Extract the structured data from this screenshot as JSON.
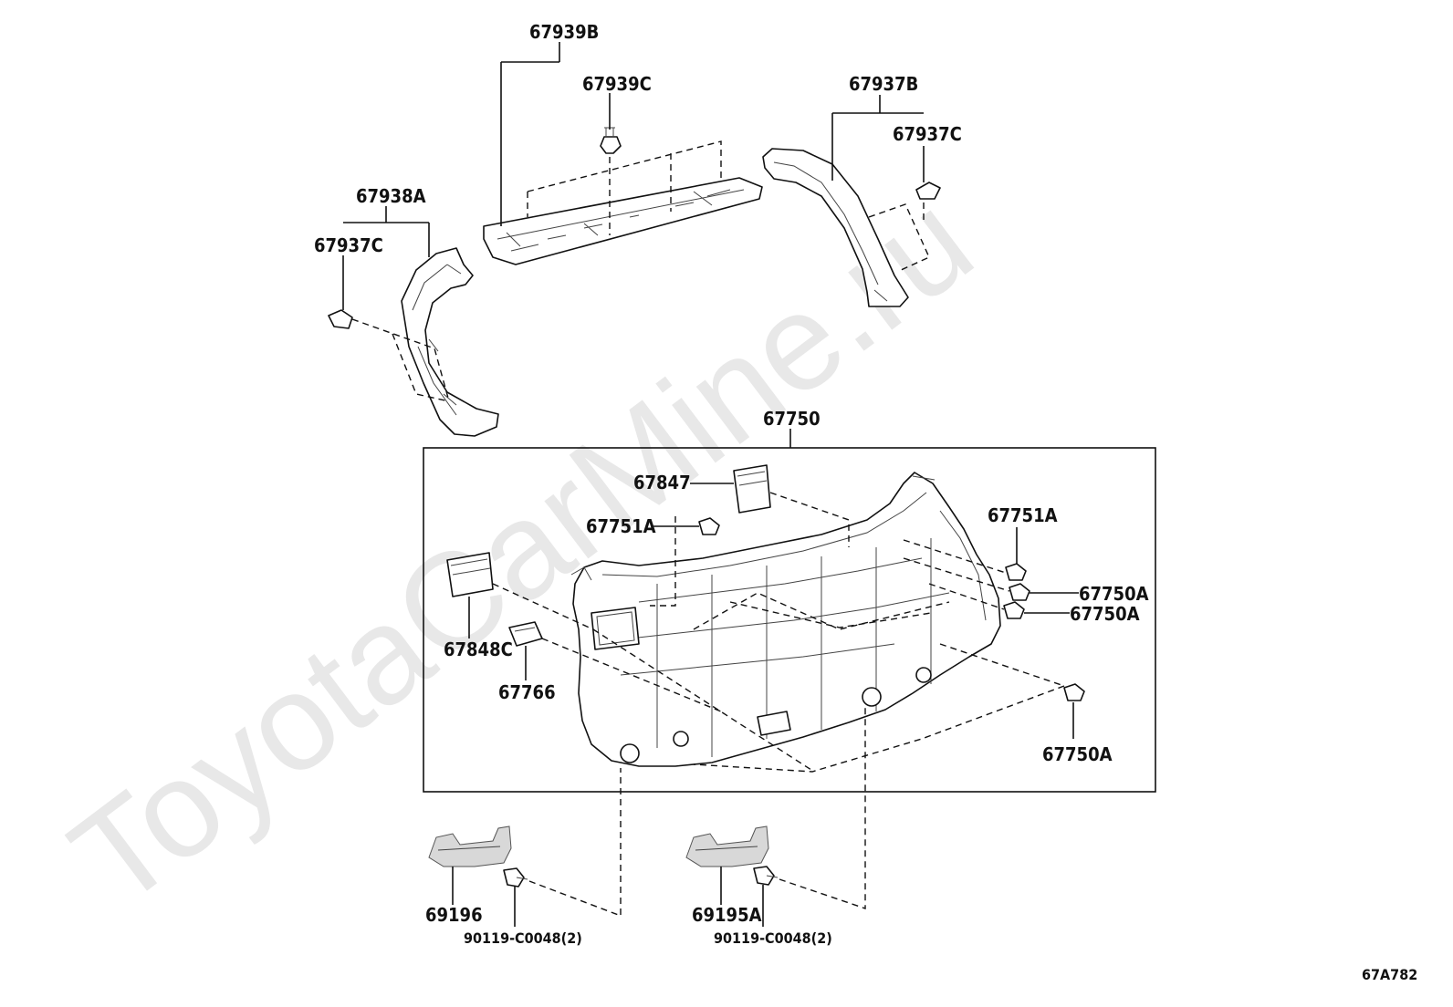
{
  "watermark": "ToyotaCarMine.ru",
  "diagram_code": "67A782",
  "labels": {
    "p67939B": "67939B",
    "p67939C": "67939C",
    "p67937B": "67937B",
    "p67937C_right": "67937C",
    "p67938A": "67938A",
    "p67937C_left": "67937C",
    "p67750": "67750",
    "p67847": "67847",
    "p67751A_left": "67751A",
    "p67751A_right": "67751A",
    "p67750A_1": "67750A",
    "p67750A_2": "67750A",
    "p67750A_3": "67750A",
    "p67848C": "67848C",
    "p67766": "67766",
    "p69196": "69196",
    "p90119_left": "90119-C0048(2)",
    "p69195A": "69195A",
    "p90119_right": "90119-C0048(2)"
  }
}
